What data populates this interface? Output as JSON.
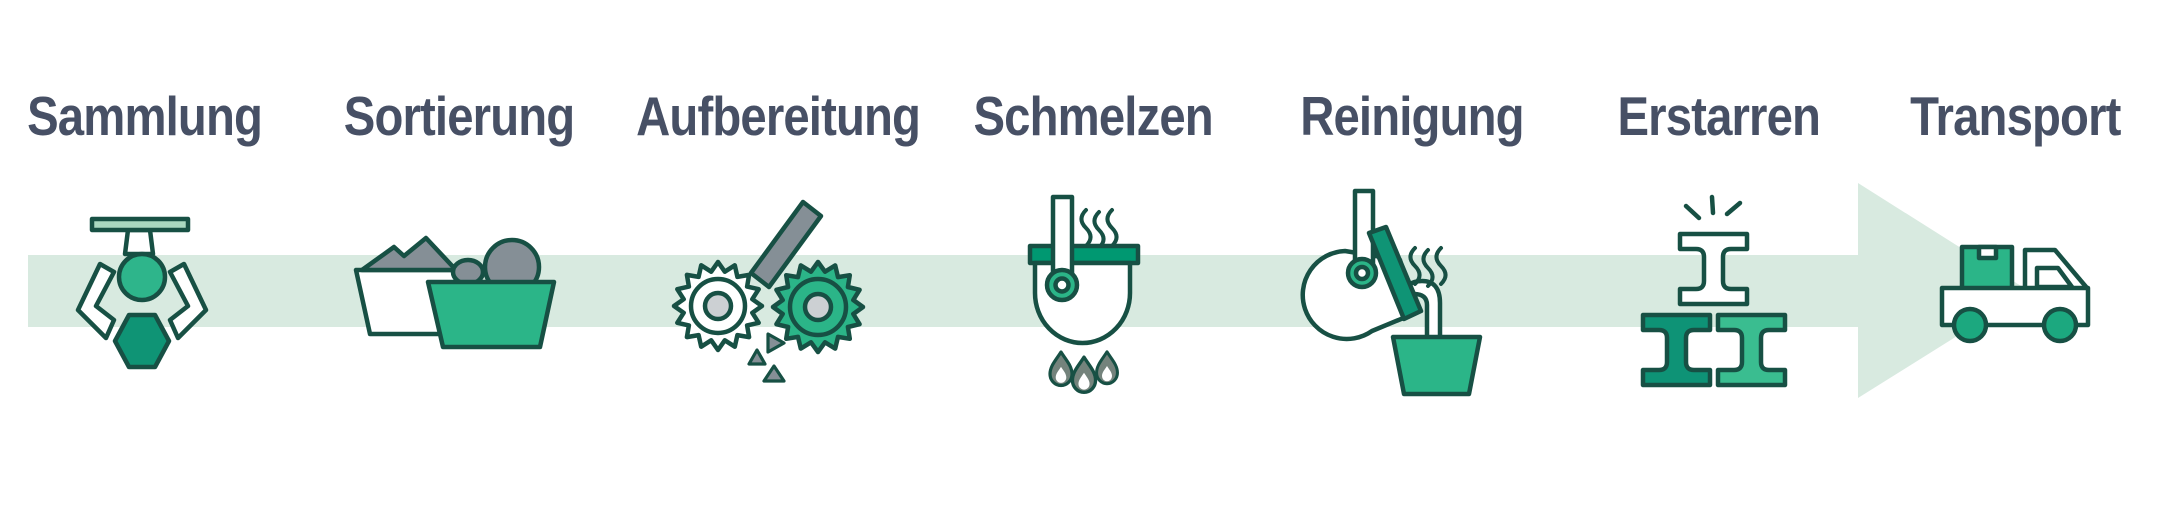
{
  "diagram": {
    "type": "process-flow",
    "direction": "left-to-right",
    "steps": [
      {
        "label": "Sammlung",
        "icon": "claw-grabber-icon"
      },
      {
        "label": "Sortierung",
        "icon": "scrap-bins-icon"
      },
      {
        "label": "Aufbereitung",
        "icon": "shredder-gears-icon"
      },
      {
        "label": "Schmelzen",
        "icon": "melting-crucible-icon"
      },
      {
        "label": "Reinigung",
        "icon": "pouring-ladle-icon"
      },
      {
        "label": "Erstarren",
        "icon": "steel-beams-icon"
      },
      {
        "label": "Transport",
        "icon": "delivery-truck-icon"
      }
    ],
    "colors": {
      "label_text": "#475065",
      "arrow_band": "#d8eae0",
      "green_medium": "#2bb588",
      "green_deep": "#0f9475",
      "green_teal": "#009871",
      "green_light_beam": "#3abd90",
      "pale_green_bar": "#a9d8c0",
      "gray": "#858f96",
      "light_gray": "#ccd0d3",
      "outline": "#175044",
      "background": "#ffffff"
    }
  }
}
